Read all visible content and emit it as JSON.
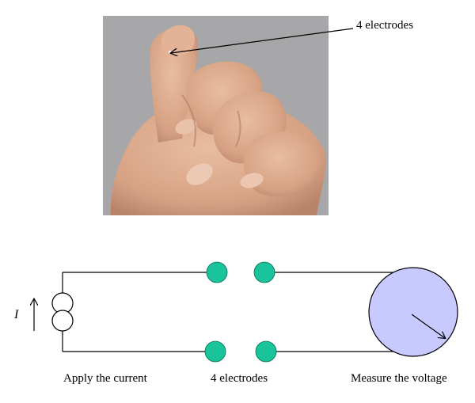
{
  "photo": {
    "annotation": "4 electrodes"
  },
  "circuit": {
    "current_symbol": "I",
    "captions": {
      "apply": "Apply the current",
      "electrodes": "4 electrodes",
      "measure": "Measure the voltage"
    },
    "colors": {
      "electrode": "#19c49a",
      "meter": "#c8c9ff",
      "wire": "#000000",
      "photo_bg": "#a7a6a8",
      "skin": "#d9a88a"
    }
  }
}
